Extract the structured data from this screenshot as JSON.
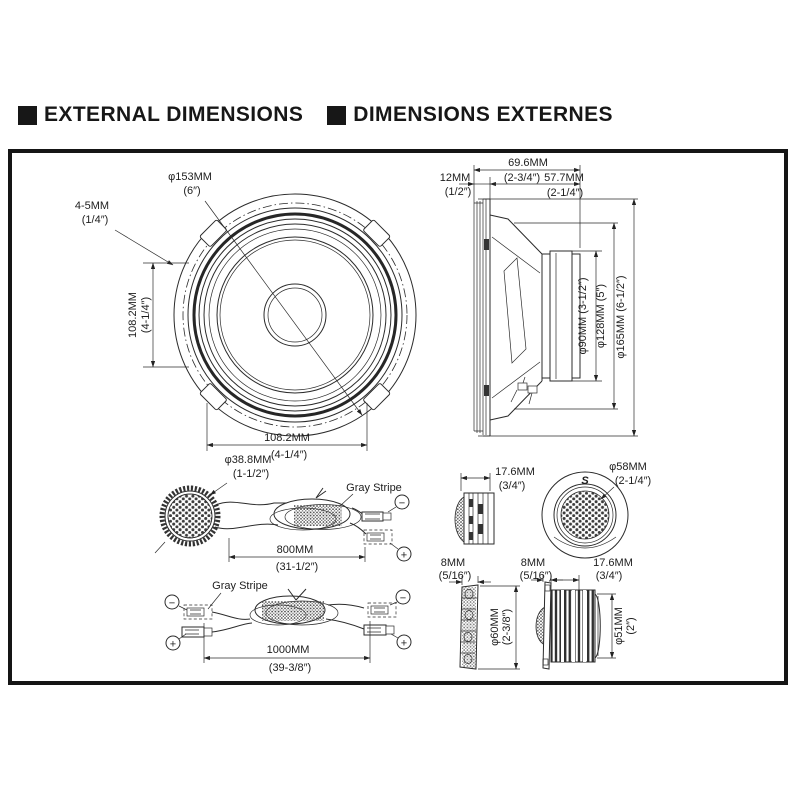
{
  "header": {
    "title_en": "EXTERNAL DIMENSIONS",
    "title_fr": "DIMENSIONS EXTERNES"
  },
  "colors": {
    "line": "#2b2b2b",
    "accent": "#171717",
    "background": "#ffffff"
  },
  "woofer_front": {
    "diameter": "φ153MM",
    "diameter_in": "(6″)",
    "thickness": "4-5MM",
    "thickness_in": "(1/4″)",
    "hole_height": "108.2MM",
    "hole_height_in": "(4-1/4″)",
    "hole_width": "108.2MM",
    "hole_width_in": "(4-1/4″)"
  },
  "woofer_side": {
    "total_depth": "69.6MM",
    "total_depth_in": "(2-3/4″)",
    "flange_depth": "12MM",
    "flange_depth_in": "(1/2″)",
    "body_depth": "57.7MM",
    "body_depth_in": "(2-1/4″)",
    "magnet_dia": "φ90MM (3-1/2″)",
    "frame_dia": "φ128MM (5″)",
    "overall_dia": "φ165MM (6-1/2″)"
  },
  "tweeter_cable": {
    "diameter": "φ38.8MM",
    "diameter_in": "(1-1/2″)",
    "gray_stripe": "Gray Stripe",
    "length": "800MM",
    "length_in": "(31-1/2″)",
    "minus": "−",
    "plus": "+"
  },
  "tweeter_views": {
    "depth": "17.6MM",
    "depth_in": "(3/4″)",
    "diameter": "φ58MM",
    "diameter_in": "(2-1/4″)",
    "logo": "S"
  },
  "harness": {
    "gray_stripe": "Gray Stripe",
    "length": "1000MM",
    "length_in": "(39-3/8″)",
    "minus_left": "−",
    "plus_left": "+",
    "minus_right": "−",
    "plus_right": "+"
  },
  "spacer": {
    "depth": "8MM",
    "depth_in": "(5/16″)",
    "diameter": "φ60MM",
    "diameter_in": "(2-3/8″)"
  },
  "flush_tweeter": {
    "flange": "8MM",
    "flange_in": "(5/16″)",
    "depth": "17.6MM",
    "depth_in": "(3/4″)",
    "diameter": "φ51MM",
    "diameter_in": "(2″)"
  }
}
